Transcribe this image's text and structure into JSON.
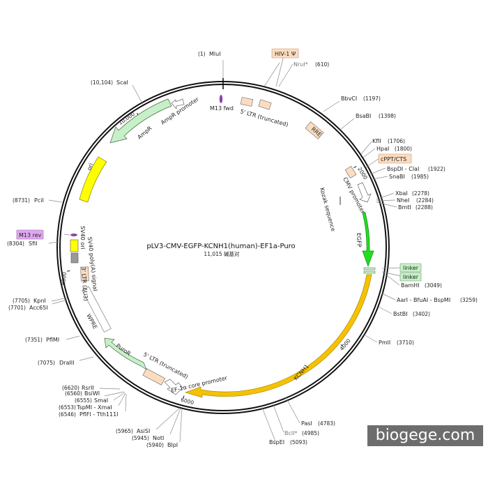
{
  "plasmid": {
    "name": "pLV3-CMV-EGFP-KCNH1(human)-EF1a-Puro",
    "size_label": "11,015 碱基对",
    "length_bp": 11015
  },
  "ticks": [
    {
      "pos": 2000,
      "label": "2000"
    },
    {
      "pos": 4000,
      "label": "4000"
    },
    {
      "pos": 6000,
      "label": "6000"
    },
    {
      "pos": 8000,
      "label": "8000"
    },
    {
      "pos": 10000,
      "label": "10,000"
    }
  ],
  "sites": [
    {
      "name": "MluI",
      "pos_label": "(1)",
      "bp": 1
    },
    {
      "name": "NruI*",
      "pos_label": "(610)",
      "bp": 610,
      "star": true
    },
    {
      "name": "BbvCI",
      "pos_label": "(1197)",
      "bp": 1197
    },
    {
      "name": "BsaBI",
      "pos_label": "(1398)",
      "bp": 1398
    },
    {
      "name": "KflI",
      "pos_label": "(1706)",
      "bp": 1706
    },
    {
      "name": "HpaI",
      "pos_label": "(1800)",
      "bp": 1800
    },
    {
      "name": "BspDI - ClaI",
      "pos_label": "(1922)",
      "bp": 1922
    },
    {
      "name": "SnaBI",
      "pos_label": "(1985)",
      "bp": 1985
    },
    {
      "name": "XbaI",
      "pos_label": "(2278)",
      "bp": 2278
    },
    {
      "name": "NheI",
      "pos_label": "(2284)",
      "bp": 2284
    },
    {
      "name": "BmtI",
      "pos_label": "(2288)",
      "bp": 2288
    },
    {
      "name": "BamHI",
      "pos_label": "(3049)",
      "bp": 3049
    },
    {
      "name": "AarI - BfuAI - BspMI",
      "pos_label": "(3259)",
      "bp": 3259
    },
    {
      "name": "BstBI",
      "pos_label": "(3402)",
      "bp": 3402
    },
    {
      "name": "PmlI",
      "pos_label": "(3710)",
      "bp": 3710
    },
    {
      "name": "PasI",
      "pos_label": "(4783)",
      "bp": 4783
    },
    {
      "name": "BclI*",
      "pos_label": "(4985)",
      "bp": 4985,
      "star": true
    },
    {
      "name": "BspEI",
      "pos_label": "(5093)",
      "bp": 5093
    },
    {
      "name": "BlpI",
      "pos_label": "(5940)",
      "bp": 5940
    },
    {
      "name": "NotI",
      "pos_label": "(5945)",
      "bp": 5945
    },
    {
      "name": "AsiSI",
      "pos_label": "(5965)",
      "bp": 5965
    },
    {
      "name": "PflFI - Tth111I",
      "pos_label": "(6546)",
      "bp": 6546
    },
    {
      "name": "TspMI - XmaI",
      "pos_label": "(6553)",
      "bp": 6553
    },
    {
      "name": "SmaI",
      "pos_label": "(6555)",
      "bp": 6555
    },
    {
      "name": "BsiWI",
      "pos_label": "(6560)",
      "bp": 6560
    },
    {
      "name": "RsrII",
      "pos_label": "(6620)",
      "bp": 6620
    },
    {
      "name": "DraIII",
      "pos_label": "(7075)",
      "bp": 7075
    },
    {
      "name": "PflMI",
      "pos_label": "(7351)",
      "bp": 7351
    },
    {
      "name": "Acc65I",
      "pos_label": "(7701)",
      "bp": 7701
    },
    {
      "name": "KpnI",
      "pos_label": "(7705)",
      "bp": 7705
    },
    {
      "name": "SfiI",
      "pos_label": "(8304)",
      "bp": 8304
    },
    {
      "name": "PciI",
      "pos_label": "(8731)",
      "bp": 8731
    },
    {
      "name": "ScaI",
      "pos_label": "(10,104)",
      "bp": 10104
    }
  ],
  "features": [
    {
      "label": "M13 fwd"
    },
    {
      "label": "5' LTR (truncated)"
    },
    {
      "label": "RRE"
    },
    {
      "label": "CMV promoter"
    },
    {
      "label": "Kozak sequence"
    },
    {
      "label": "EGFP"
    },
    {
      "label": "KCNH1"
    },
    {
      "label": "EF-1α core promoter"
    },
    {
      "label": "5' LTR (truncated)"
    },
    {
      "label": "PuroR"
    },
    {
      "label": "WPRE"
    },
    {
      "label": "3' LTR (ΔU3)"
    },
    {
      "label": "SV40 poly(A) signal"
    },
    {
      "label": "SV40 ori"
    },
    {
      "label": "ori"
    },
    {
      "label": "AmpR"
    },
    {
      "label": "AmpR promoter"
    }
  ],
  "boxed_labels": [
    {
      "label": "HIV-1 Ψ"
    },
    {
      "label": "cPPT/CTS"
    },
    {
      "label": "linker"
    },
    {
      "label": "linker"
    },
    {
      "label": "M13 rev"
    }
  ],
  "colors": {
    "ltr": "#fcdcc0",
    "egfp": "#22dd22",
    "kcnh1": "#f6c200",
    "puror": "#c8f0c8",
    "ampr": "#c8f0c8",
    "ori": "#ffff00",
    "sv40ori": "#ffff00",
    "polya": "#999999",
    "m13": "#8844aa",
    "linker": "#c8f0c8",
    "label_box_peach": "#fcdcc0",
    "label_box_purple": "#e0a8f0"
  },
  "watermark": "biogege.com"
}
